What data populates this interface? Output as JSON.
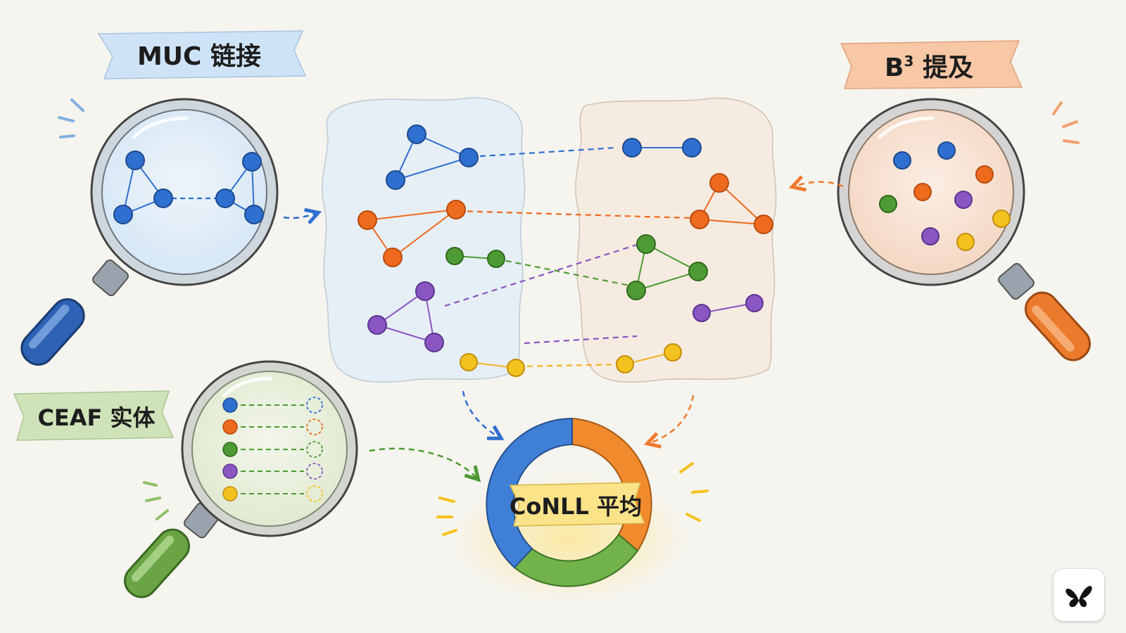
{
  "labels": {
    "muc": "MUC 链接",
    "b3_base": "B",
    "b3_sup": "3",
    "b3_rest": " 提及",
    "ceaf": "CEAF 实体",
    "conll": "CoNLL 平均"
  },
  "colors": {
    "blue": "#2f6fd0",
    "orange": "#ee6a1f",
    "green": "#4e9a34",
    "purple": "#8a56c2",
    "yellow": "#f4c21f",
    "banner_blue": "#cfe3f7",
    "banner_orange": "#f7c7a6",
    "banner_green": "#cfe3b8",
    "banner_yellow": "#fbe8a0"
  },
  "icons": {
    "muc_handle": "blue-magnifier-handle",
    "b3_handle": "orange-magnifier-handle",
    "ceaf_handle": "green-magnifier-handle",
    "app": "butterfly-icon"
  }
}
